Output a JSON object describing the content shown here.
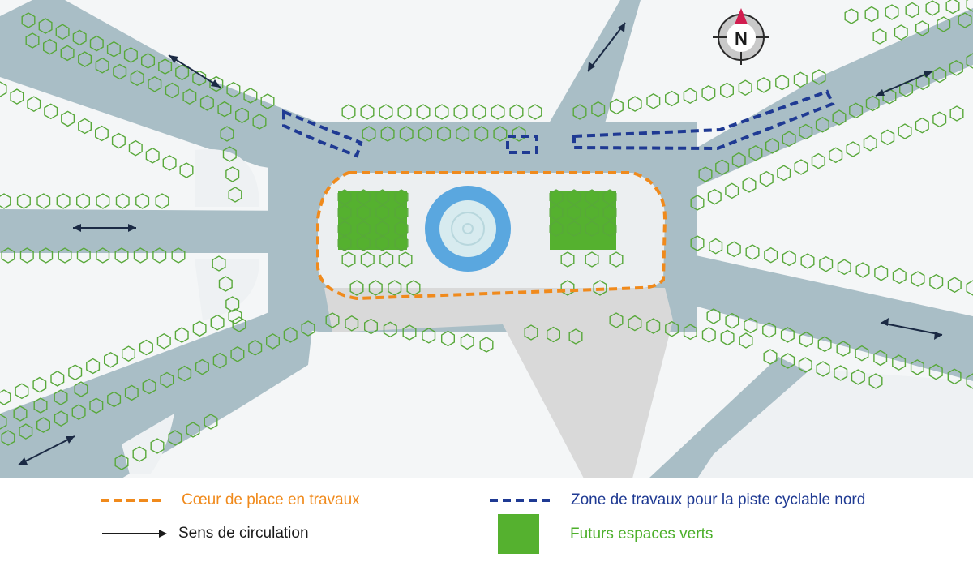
{
  "legend": {
    "items": [
      {
        "label": "Cœur de place en travaux",
        "swatch": "orange-dashed-line",
        "color": "#f08a1c"
      },
      {
        "label": "Zone de travaux pour la piste cyclable nord",
        "swatch": "blue-dashed-line",
        "color": "#1f3a93"
      },
      {
        "label": "Sens de circulation",
        "swatch": "black-arrow",
        "color": "#1b1b1b"
      },
      {
        "label": "Futurs espaces verts",
        "swatch": "green-square",
        "color": "#55b12f"
      }
    ]
  },
  "compass": {
    "letter": "N",
    "icon": "north-compass-icon"
  },
  "colors": {
    "road": "#a9bec6",
    "sidewalk": "#e8ecef",
    "plaza": "#e9edef",
    "walkway": "#d9d9d9",
    "tree": "#58a83a",
    "green_space": "#55b12f",
    "fountain_water": "#5aa7df",
    "fountain_basin": "#d7ebef",
    "work_zone_orange": "#f08a1c",
    "bike_zone_blue": "#1f3a93",
    "arrow": "#1b2a44"
  }
}
